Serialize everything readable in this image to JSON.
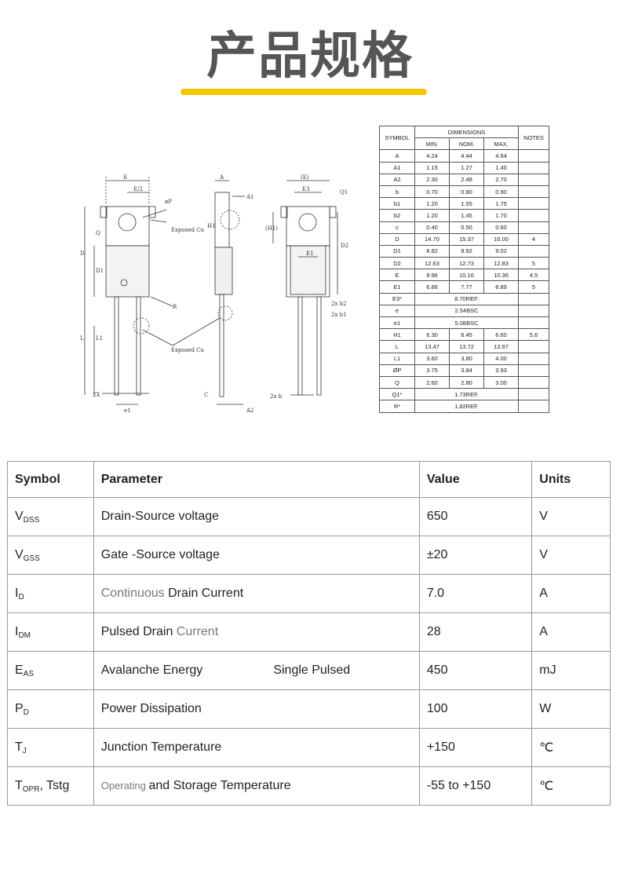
{
  "page": {
    "title": "产品规格",
    "accent": "#f2c500"
  },
  "drawing_labels": {
    "front_E": "E",
    "front_E2": "E/2",
    "front_phiP": "øP",
    "front_Q": "Q",
    "front_D": "D",
    "front_D1": "D1",
    "front_L": "L",
    "front_L1": "L1",
    "front_2xe": "2X",
    "front_e1": "e1",
    "front_exposed1": "Exposed Cu",
    "front_exposed2": "Exposed Cu",
    "front_R": "R",
    "side_A": "A",
    "side_A1": "A1",
    "side_H1": "H1",
    "side_c": "C",
    "side_A2": "A2",
    "back_E": "(E)",
    "back_E3": "E3",
    "back_Q1": "Q1",
    "back_H1": "(H1)",
    "back_E1": "E1",
    "back_D2": "D2",
    "back_2xb2": "2x b2",
    "back_2xb1": "2x b1",
    "back_2xb": "2x b"
  },
  "dimensions": {
    "header": {
      "symbol": "SYMBOL",
      "dimensions": "DIMENSIONS",
      "min": "MIN.",
      "nom": "NOM.",
      "max": "MAX.",
      "notes": "NOTES"
    },
    "rows": [
      {
        "symbol": "A",
        "min": "4.24",
        "nom": "4.44",
        "max": "4.64",
        "notes": ""
      },
      {
        "symbol": "A1",
        "min": "1.15",
        "nom": "1.27",
        "max": "1.40",
        "notes": ""
      },
      {
        "symbol": "A2",
        "min": "2.30",
        "nom": "2.48",
        "max": "2.70",
        "notes": ""
      },
      {
        "symbol": "b",
        "min": "0.70",
        "nom": "0.80",
        "max": "0.90",
        "notes": ""
      },
      {
        "symbol": "b1",
        "min": "1.20",
        "nom": "1.55",
        "max": "1.75",
        "notes": ""
      },
      {
        "symbol": "b2",
        "min": "1.20",
        "nom": "1.45",
        "max": "1.70",
        "notes": ""
      },
      {
        "symbol": "c",
        "min": "0.40",
        "nom": "0.50",
        "max": "0.60",
        "notes": ""
      },
      {
        "symbol": "D",
        "min": "14.70",
        "nom": "15.37",
        "max": "16.00",
        "notes": "4"
      },
      {
        "symbol": "D1",
        "min": "8.82",
        "nom": "8.92",
        "max": "9.02",
        "notes": ""
      },
      {
        "symbol": "D2",
        "min": "12.63",
        "nom": "12.73",
        "max": "12.83",
        "notes": "5"
      },
      {
        "symbol": "E",
        "min": "9.96",
        "nom": "10.16",
        "max": "10.36",
        "notes": "4,5"
      },
      {
        "symbol": "E1",
        "min": "6.86",
        "nom": "7.77",
        "max": "8.89",
        "notes": "5"
      },
      {
        "symbol": "E3*",
        "span": "8.70REF.",
        "notes": ""
      },
      {
        "symbol": "e",
        "span": "2.54BSC",
        "notes": ""
      },
      {
        "symbol": "e1",
        "span": "5.08BSC",
        "notes": ""
      },
      {
        "symbol": "H1",
        "min": "6.30",
        "nom": "6.45",
        "max": "6.60",
        "notes": "5,6"
      },
      {
        "symbol": "L",
        "min": "13.47",
        "nom": "13.72",
        "max": "13.97",
        "notes": ""
      },
      {
        "symbol": "L1",
        "min": "3.60",
        "nom": "3.80",
        "max": "4.00",
        "notes": ""
      },
      {
        "symbol": "ØP",
        "min": "3.75",
        "nom": "3.84",
        "max": "3.93",
        "notes": ""
      },
      {
        "symbol": "Q",
        "min": "2.60",
        "nom": "2.80",
        "max": "3.00",
        "notes": ""
      },
      {
        "symbol": "Q1*",
        "span": "1.73REF.",
        "notes": ""
      },
      {
        "symbol": "R*",
        "span": "1.82REF.",
        "notes": ""
      }
    ]
  },
  "specs": {
    "header": {
      "symbol": "Symbol",
      "parameter": "Parameter",
      "value": "Value",
      "units": "Units"
    },
    "rows": [
      {
        "sym": "V",
        "sub": "DSS",
        "sym_tail": "",
        "param_a": "",
        "param_b": "Drain-Source voltage",
        "param_c": "",
        "value": "650",
        "units": "V"
      },
      {
        "sym": "V",
        "sub": "GSS",
        "sym_tail": "",
        "param_a": "",
        "param_b": "Gate -Source voltage",
        "param_c": "",
        "value": "±20",
        "units": "V"
      },
      {
        "sym": "I",
        "sub": "D",
        "sym_tail": "",
        "param_a": "Continuous ",
        "param_b": "Drain Current",
        "param_c": "",
        "value": "7.0",
        "units": "A"
      },
      {
        "sym": "I",
        "sub": "DM",
        "sym_tail": "",
        "param_a": "",
        "param_b": "Pulsed Drain ",
        "param_c": "Current",
        "value": "28",
        "units": "A"
      },
      {
        "sym": "E",
        "sub": "AS",
        "sym_tail": "",
        "param_a": "",
        "param_b": "Avalanche Energy",
        "param_c": "Single Pulsed",
        "value": "450",
        "units": "mJ"
      },
      {
        "sym": "P",
        "sub": "D",
        "sym_tail": "",
        "param_a": "",
        "param_b": "Power Dissipation",
        "param_c": "",
        "value": "100",
        "units": "W"
      },
      {
        "sym": "T",
        "sub": "J",
        "sym_tail": "",
        "param_a": "",
        "param_b": "Junction Temperature",
        "param_c": "",
        "value": "+150",
        "units": "℃"
      },
      {
        "sym": "T",
        "sub": "OPR",
        "sym_tail": ", Tstg",
        "param_a": "Operating ",
        "param_b": "and Storage Temperature",
        "param_c": "",
        "value": "-55 to +150",
        "units": "℃"
      }
    ]
  }
}
